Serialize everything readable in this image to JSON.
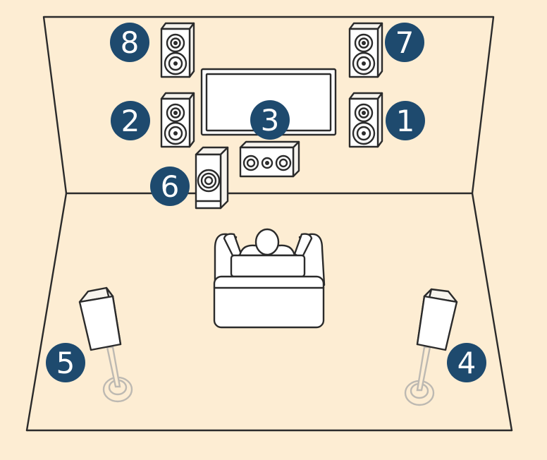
{
  "colors": {
    "background": "#FDEDD3",
    "badge_fill": "#1E4A6E",
    "badge_text": "#FFFFFF",
    "line": "#2B2B2B",
    "stand": "#BDB9B2"
  },
  "speakers": [
    {
      "id": "front-right",
      "badge": "1",
      "icon": "bookshelf-speaker-icon"
    },
    {
      "id": "front-left",
      "badge": "2",
      "icon": "bookshelf-speaker-icon"
    },
    {
      "id": "center",
      "badge": "3",
      "icon": "center-speaker-icon"
    },
    {
      "id": "surround-right",
      "badge": "4",
      "icon": "floor-stand-speaker-icon"
    },
    {
      "id": "surround-left",
      "badge": "5",
      "icon": "floor-stand-speaker-icon"
    },
    {
      "id": "subwoofer",
      "badge": "6",
      "icon": "subwoofer-icon"
    },
    {
      "id": "front-height-right",
      "badge": "7",
      "icon": "bookshelf-speaker-icon"
    },
    {
      "id": "front-height-left",
      "badge": "8",
      "icon": "bookshelf-speaker-icon"
    }
  ],
  "icons": {
    "tv": "tv-icon",
    "listener": "listener-on-sofa-icon"
  }
}
